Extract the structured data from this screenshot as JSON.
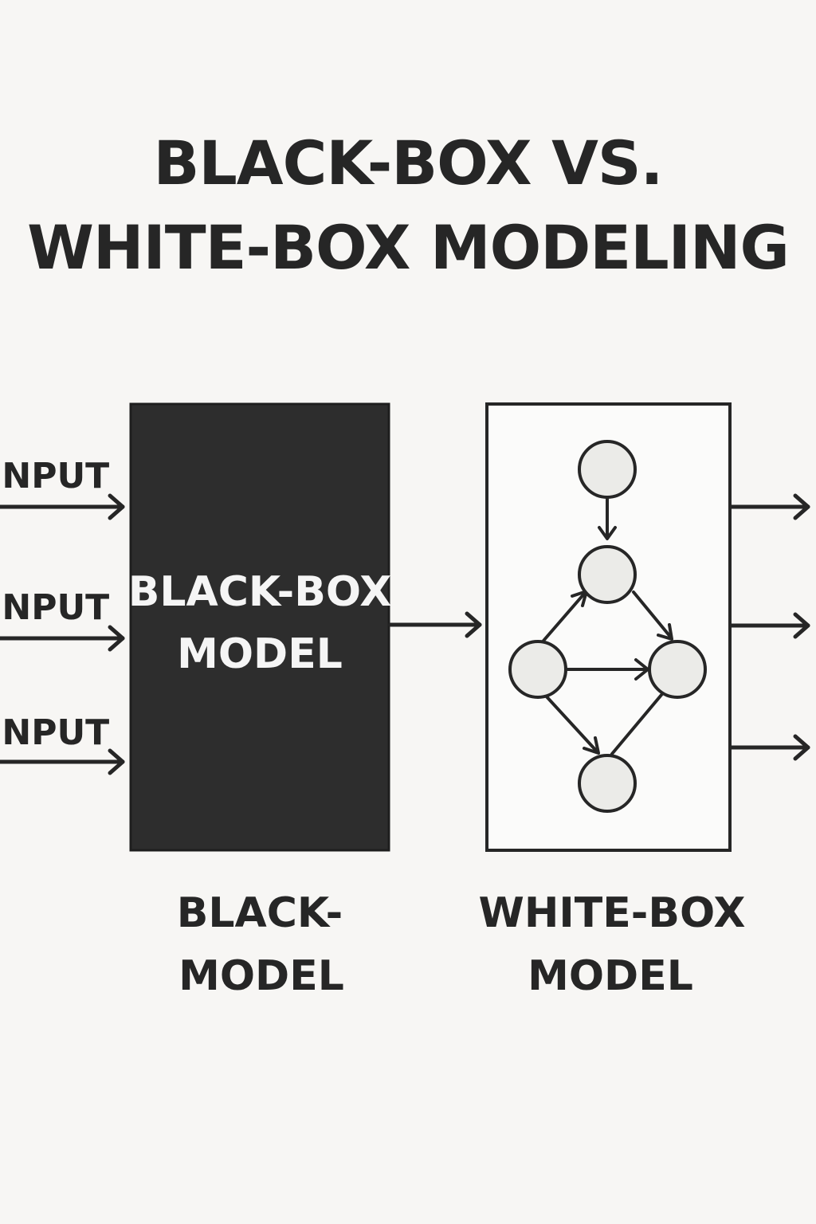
{
  "title": {
    "line1": "BLACK-BOX VS.",
    "line2": "WHITE-BOX MODELING"
  },
  "inputs": [
    {
      "label": "INPUT"
    },
    {
      "label": "INPUT"
    },
    {
      "label": "INPUT"
    }
  ],
  "black_box": {
    "label_line1": "BLACK-BOX",
    "label_line2": "MODEL",
    "caption_line1": "BLACK-",
    "caption_line2": "MODEL"
  },
  "white_box": {
    "caption_line1": "WHITE-BOX",
    "caption_line2": "MODEL"
  },
  "colors": {
    "background": "#f7f6f4",
    "ink": "#262626",
    "black_box_fill": "#2d2d2d",
    "node_fill": "#ebebe8",
    "white_text": "#f5f5f5"
  }
}
